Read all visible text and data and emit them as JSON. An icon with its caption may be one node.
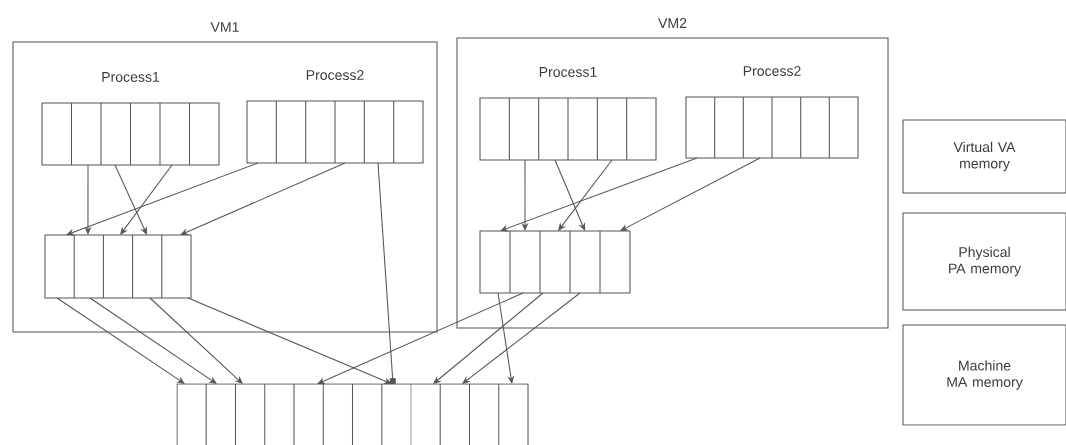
{
  "diagram": {
    "nodes": [
      {
        "text": [
          "VM1"
        ]
      },
      {
        "text": [
          "Process1"
        ],
        "in": 0
      },
      {
        "text": [
          "Process2"
        ],
        "in": 0
      },
      {
        "text": [],
        "shape": "box",
        "in": 0
      },
      {
        "text": [
          "VM2"
        ]
      },
      {
        "text": [
          "Process1"
        ],
        "in": 4
      },
      {
        "text": [
          "Process2"
        ],
        "in": 4
      },
      {
        "text": [],
        "shape": "box",
        "in": 4
      },
      {
        "text": [],
        "shape": "box"
      },
      {
        "text": [
          "Virtual VA memory"
        ]
      },
      {
        "text": [
          "Physical PA memory"
        ]
      },
      {
        "text": [
          "Machine MA memory"
        ]
      }
    ],
    "edges": [
      {
        "from": 1,
        "to": 3,
        "arrow": "to"
      },
      {
        "from": 1,
        "to": 3,
        "arrow": "to"
      },
      {
        "from": 1,
        "to": 3,
        "arrow": "to"
      },
      {
        "from": 2,
        "to": 3,
        "arrow": "to"
      },
      {
        "from": 2,
        "to": 3,
        "arrow": "to"
      },
      {
        "from": 2,
        "to": 8,
        "arrow": "other"
      },
      {
        "from": 3,
        "to": 8,
        "arrow": "to"
      },
      {
        "from": 3,
        "to": 8,
        "arrow": "to"
      },
      {
        "from": 3,
        "to": 8,
        "arrow": "to"
      },
      {
        "from": 3,
        "to": 8,
        "arrow": "to"
      },
      {
        "from": 5,
        "to": 7,
        "arrow": "to"
      },
      {
        "from": 5,
        "to": 7,
        "arrow": "to"
      },
      {
        "from": 5,
        "to": 7,
        "arrow": "to"
      },
      {
        "from": 6,
        "to": 7,
        "arrow": "to"
      },
      {
        "from": 6,
        "to": 7,
        "arrow": "to"
      },
      {
        "from": 7,
        "to": 8,
        "arrow": "to"
      },
      {
        "from": 7,
        "to": 8,
        "arrow": "to"
      },
      {
        "from": 7,
        "to": 8,
        "arrow": "to"
      },
      {
        "from": 7,
        "to": 8,
        "arrow": "to"
      }
    ]
  }
}
